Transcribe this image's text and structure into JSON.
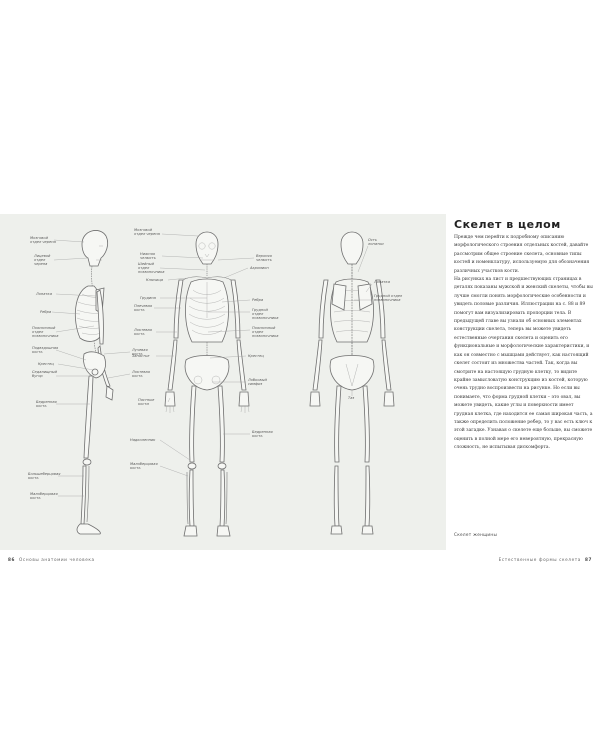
{
  "section": {
    "heading": "Скелет в целом",
    "paragraphs": [
      "Прежде чем перейти к подробному описанию морфологического строения отдельных костей, давайте рассмотрим общее строение скелета, основные типы костей и номенклатуру, используемую для обозначения различных участков кости.",
      "На рисунках на лист и предшествующих страницах в деталях показаны мужской и женский скелеты, чтобы вы лучше смогли понять морфологические особенности и увидеть половые различия. Иллюстрации на с. 88 и 89 помогут вам визуализировать пропорции тела. В предыдущей главе вы узнали об основных элементах конструкции скелета, теперь вы можете увидеть естественные очертания скелета и оценить его функциональные и морфологические характеристики, и как он совместно с мышцами действует, как настоящий скелет состоит из множества частей. Так, когда вы смотрите на настоящую грудную клетку, то видите крайне замысловатую конструкцию из костей, которую очень трудно воспроизвести на рисунке. Но если вы понимаете, что форма грудной клетки – это овал, вы можете увидеть, какие углы и поверхности имеет грудная клетка, где находится ее самая широкая часть, а также определить положение ребер, то у вас есть ключ к этой загадке. Узнавая о скелете еще больше, вы сможете оценить в полной мере его невероятную, прекрасную сложность, не испытывая дискомфорта."
    ],
    "caption": "Скелет женщины"
  },
  "footer": {
    "left_page": "86",
    "left_title": "Основы анатомии человека",
    "right_title": "Естественные формы скелета",
    "right_page": "87"
  },
  "labels": {
    "side": [
      "Мозговой\nотдел черепа",
      "Лицевой\nотдел\nчерепа",
      "Лопатка",
      "Ребра",
      "Поясничный\nотдел\nпозвоночника",
      "Подвздошная\nкость",
      "Крестец",
      "Седалищный\nбугор",
      "Бедренная\nкость",
      "Большеберцовая\nкость",
      "Малоберцовая\nкость",
      "Лучевая\nкость",
      "Локтевая\nкость"
    ],
    "front": [
      "Мозговой\nотдел черепа",
      "Нижняя\nчелюсть",
      "Шейный\nотдел\nпозвоночника",
      "Ключица",
      "Грудина",
      "Плечевая\nкость",
      "Локтевая\nкость",
      "Запястье",
      "Пястные\nкости",
      "Надколенник",
      "Малоберцовая\nкость",
      "Верхняя\nчелюсть",
      "Акромион",
      "Ребра",
      "Грудной\nотдел\nпозвоночника",
      "Поясничный\nотдел\nпозвоночника",
      "Крестец",
      "Лобковый\nсимфиз",
      "Бедренная\nкость"
    ],
    "back": [
      "Ость\nлопатки",
      "Лопатка",
      "Грудной отдел\nпозвоночника",
      "Таз"
    ]
  },
  "colors": {
    "plate_bg": "#eef0ec",
    "bone_stroke": "#6f6f6f",
    "bone_fill": "#f6f7f4"
  }
}
